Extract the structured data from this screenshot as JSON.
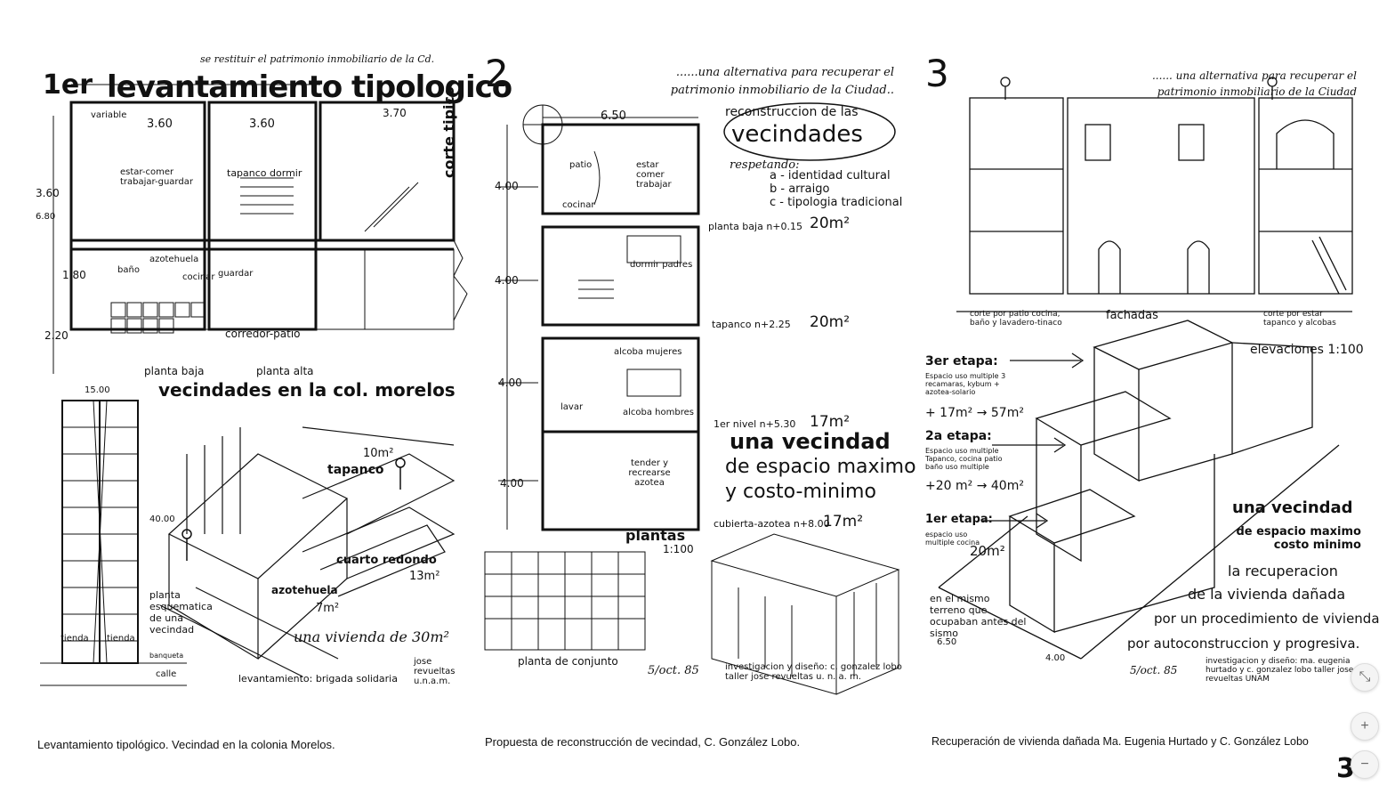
{
  "panel1": {
    "number": "1er",
    "title": "levantamiento tipologico",
    "subtitle_hand": "se restituir el patrimonio inmobiliario de la Cd.",
    "side_label": "corte tipico",
    "dims": [
      "variable",
      "3.60",
      "3.60",
      "3.70",
      "3.60",
      "6.80",
      "1.80",
      "2.20",
      "15.00",
      "40.00"
    ],
    "room_labels": [
      "estar-comer trabajar-guardar",
      "tapanco dormir",
      "baño",
      "azotehuela",
      "cocinar",
      "guardar",
      "corredor-patio",
      "planta baja",
      "planta alta"
    ],
    "heading2": "vecindades en la col. morelos",
    "iso_labels": [
      "10m²",
      "tapanco",
      "cuarto redondo",
      "13m²",
      "azotehuela",
      "7m²",
      "planta esquematica de una vecindad",
      "una vivienda de 30m²",
      "tienda",
      "tienda",
      "banqueta",
      "calle",
      "levantamiento: brigada solidaria",
      "jose revueltas u.n.a.m."
    ]
  },
  "panel2": {
    "number": "2",
    "subtitle_hand": "......una alternativa para recuperar el patrimonio inmobiliario de la Ciudad..",
    "cloud_line1": "reconstruccion de las",
    "cloud_line2": "vecindades",
    "respetando": "respetando:",
    "list": [
      "a - identidad cultural",
      "b - arraigo",
      "c - tipologia tradicional"
    ],
    "plan_labels": [
      "patio",
      "estar comer trabajar",
      "cocinar",
      "dormir padres",
      "alcoba mujeres",
      "lavar",
      "alcoba hombres",
      "tender y recrearse azotea"
    ],
    "dims": [
      "6.50",
      "4.00",
      "4.00",
      "4.00",
      "4.00"
    ],
    "levels": [
      {
        "label": "planta baja n+0.15",
        "area": "20m²"
      },
      {
        "label": "tapanco n+2.25",
        "area": "20m²"
      },
      {
        "label": "1er nivel n+5.30",
        "area": "17m²"
      },
      {
        "label": "cubierta-azotea n+8.00",
        "area": "17m²"
      }
    ],
    "slogan1": "una vecindad",
    "slogan2": "de espacio maximo",
    "slogan3": "y costo-minimo",
    "plantas": "plantas",
    "scale": "1:100",
    "conjunto": "planta de conjunto",
    "date": "5/oct. 85",
    "credits": "investigacion y diseño: c. gonzalez lobo taller jose revueltas u. n. a. m."
  },
  "panel3": {
    "number": "3",
    "subtitle_hand": "...... una alternativa para recuperar el patrimonio inmobiliario de la Ciudad",
    "section_labels": [
      "corte por patio cocina, baño y lavadero-tinaco",
      "fachadas",
      "corte por estar tapanco y alcobas"
    ],
    "elevaciones": "elevaciones 1:100",
    "stages": [
      {
        "title": "3er etapa:",
        "text": "Espacio uso multiple 3 recamaras, kybum + azotea-solario",
        "area": "+ 17m² → 57m²"
      },
      {
        "title": "2a etapa:",
        "text": "Espacio uso multiple Tapanco, cocina patio baño uso multiple",
        "area": "+20 m² → 40m²"
      },
      {
        "title": "1er etapa:",
        "text": "espacio uso multiple cocina",
        "area": "20m²"
      }
    ],
    "ground": "en el mismo terreno que ocupaban antes del sismo",
    "dims": [
      "6.50",
      "4.00"
    ],
    "slogan1": "una vecindad",
    "slogan2": "de espacio maximo costo minimo",
    "recovery": [
      "la recuperacion",
      "de la vivienda dañada",
      "por un procedimiento de vivienda",
      "por autoconstruccion y progresiva."
    ],
    "date": "5/oct. 85",
    "credits": "investigacion y diseño: ma. eugenia hurtado y c. gonzalez lobo taller jose revueltas UNAM"
  },
  "captions": {
    "c1": "Levantamiento tipológico. Vecindad en la colonia Morelos.",
    "c2": "Propuesta de reconstrucción de vecindad, C. González Lobo.",
    "c3": "Recuperación de vivienda dañada Ma. Eugenia Hurtado y C. González Lobo"
  },
  "page_number": "3",
  "controls": {
    "fit": "⤡",
    "zoom_in": "+",
    "zoom_out": "−"
  }
}
